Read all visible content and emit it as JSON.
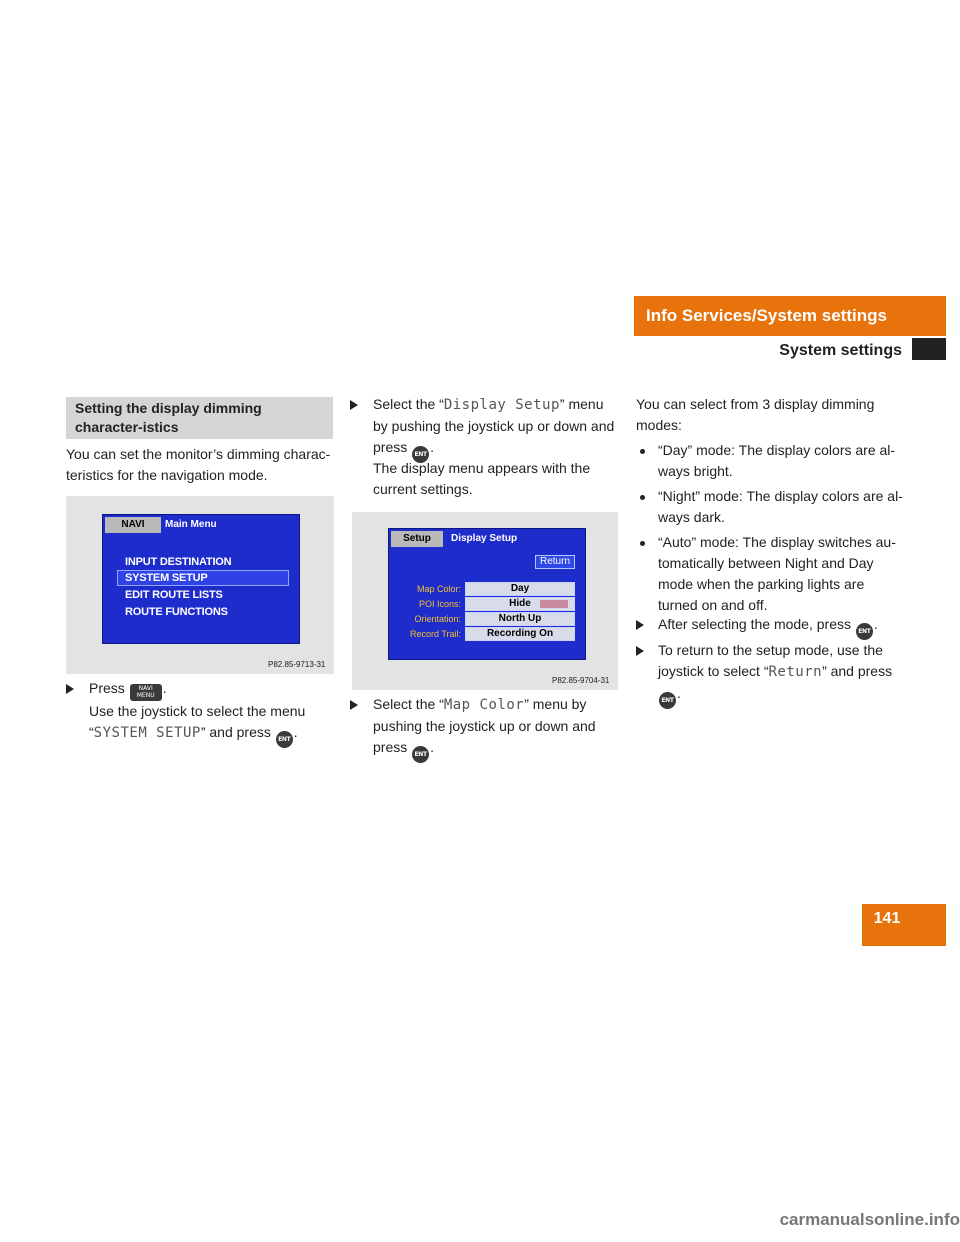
{
  "header": {
    "section_title": "Info Services/System settings",
    "subsection_title": "System settings"
  },
  "page_number": "141",
  "col1": {
    "heading": "Setting the display dimming character-istics",
    "intro": "You can set the monitor’s dimming charac-teristics for the navigation mode.",
    "screen": {
      "tab": "NAVI",
      "title": "Main Menu",
      "items": [
        "INPUT DESTINATION",
        "SYSTEM SETUP",
        "EDIT ROUTE LISTS",
        "ROUTE FUNCTIONS"
      ],
      "caption": "P82.85-9713-31"
    },
    "step": {
      "press": "Press",
      "navi_icon_top": "NAVI",
      "navi_icon_bottom": "MENU",
      "line2": "Use the joystick to select the menu",
      "quote_open": "“",
      "menu": "SYSTEM SETUP",
      "quote_close": "”",
      "and_press": " and press",
      "end": "."
    }
  },
  "col2": {
    "step1": {
      "before": "Select the “",
      "menu": "Display Setup",
      "after": "” menu by pushing the joystick up or down and press",
      "end": "."
    },
    "note": "The display menu appears with the current settings.",
    "screen": {
      "tab": "Setup",
      "title": "Display Setup",
      "return": "Return",
      "rows": [
        {
          "label": "Map Color:",
          "value": "Day"
        },
        {
          "label": "POI Icons:",
          "value": "Hide"
        },
        {
          "label": "Orientation:",
          "value": "North Up"
        },
        {
          "label": "Record Trail:",
          "value": "Recording On"
        }
      ],
      "caption": "P82.85-9704-31"
    },
    "step2": {
      "before": "Select the “",
      "menu": "Map Color",
      "after": "” menu by pushing the joystick up or down and press",
      "end": "."
    }
  },
  "col3": {
    "intro": "You can select from 3 display dimming modes:",
    "bullets": [
      "“Day” mode: The display colors are al-ways bright.",
      "“Night” mode: The display colors are al-ways dark.",
      "“Auto” mode: The display switches au-tomatically between Night and Day mode when the parking lights are turned on and off."
    ],
    "step1": {
      "text": "After selecting the mode, press",
      "end": "."
    },
    "step2": {
      "before": "To return to the setup mode, use the joystick to select “",
      "menu": "Return",
      "after": "” and press",
      "end": "."
    }
  },
  "icons": {
    "ent_label": "ENT"
  },
  "footer": {
    "watermark": "carmanualsonline.info"
  }
}
